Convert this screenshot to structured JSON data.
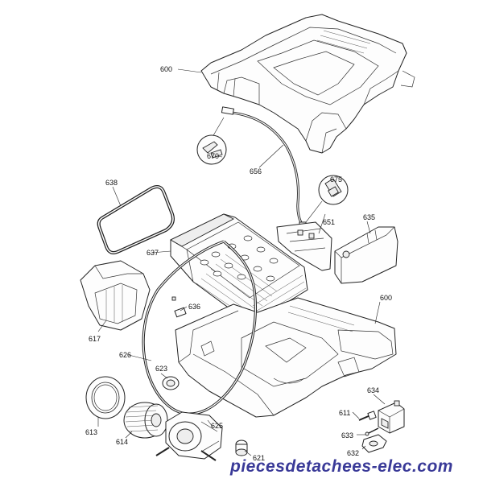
{
  "labels": {
    "p600a": "600",
    "p670": "670",
    "p656": "656",
    "p638": "638",
    "p675": "675",
    "p651": "651",
    "p635": "635",
    "p637": "637",
    "p617": "617",
    "p636": "636",
    "p600b": "600",
    "p626": "626",
    "p623": "623",
    "p634": "634",
    "p611": "611",
    "p613": "613",
    "p625": "625",
    "p633": "633",
    "p614": "614",
    "p632": "632",
    "p621": "621"
  },
  "watermark": "piecesdetachees-elec.com"
}
